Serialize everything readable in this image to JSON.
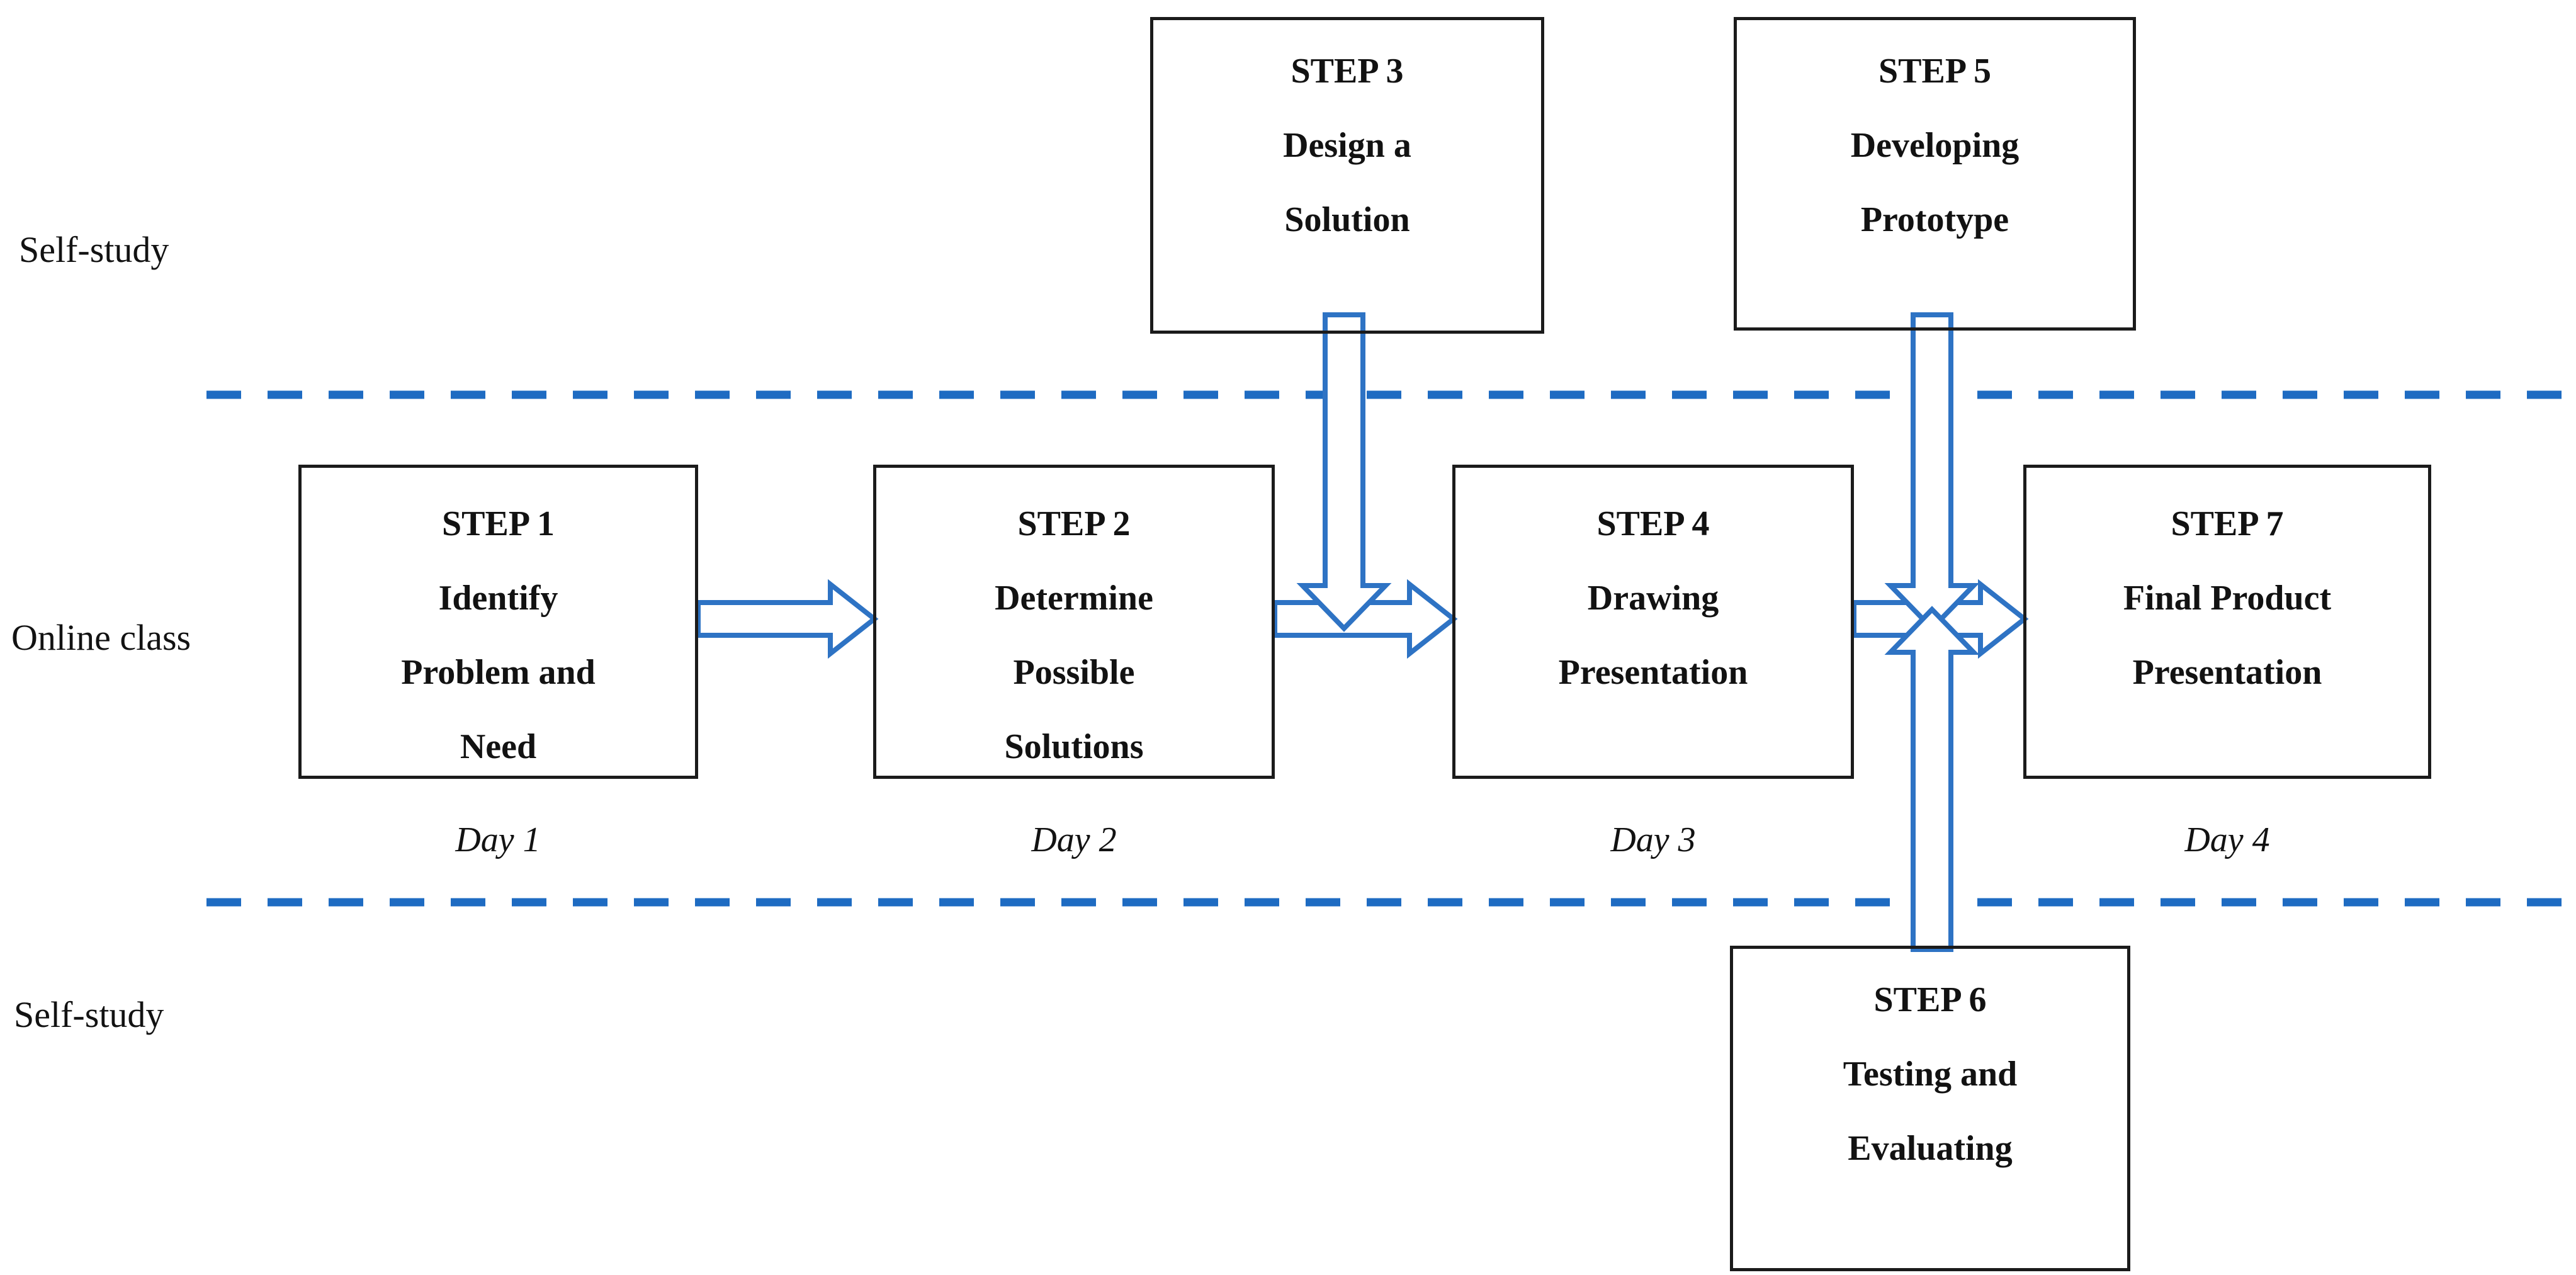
{
  "diagram": {
    "row_labels": [
      "Self-study",
      "Online class",
      "Self-study"
    ],
    "steps": [
      {
        "title": "STEP 1",
        "lines": [
          "Identify",
          "Problem and",
          "Need"
        ]
      },
      {
        "title": "STEP 2",
        "lines": [
          "Determine",
          "Possible",
          "Solutions"
        ]
      },
      {
        "title": "STEP 3",
        "lines": [
          "Design a",
          "Solution"
        ]
      },
      {
        "title": "STEP 4",
        "lines": [
          "Drawing",
          "Presentation"
        ]
      },
      {
        "title": "STEP 5",
        "lines": [
          "Developing",
          "Prototype"
        ]
      },
      {
        "title": "STEP 6",
        "lines": [
          "Testing and",
          "Evaluating"
        ]
      },
      {
        "title": "STEP 7",
        "lines": [
          "Final Product",
          "Presentation"
        ]
      }
    ],
    "day_labels": [
      "Day 1",
      "Day 2",
      "Day 3",
      "Day 4"
    ],
    "colors": {
      "arrow_blue": "#2E73C4",
      "dash_blue": "#1E6BC2",
      "box_border": "#1B1B1B",
      "text": "#121212"
    }
  }
}
